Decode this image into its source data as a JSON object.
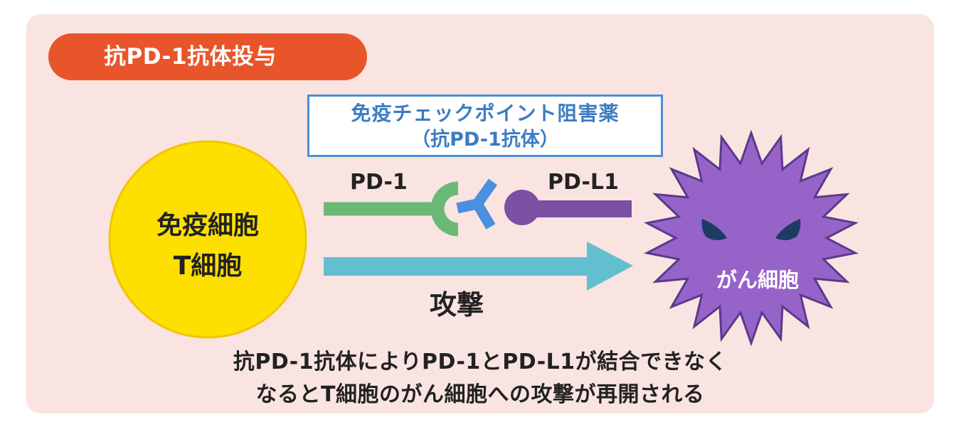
{
  "header": {
    "title": "抗PD-1抗体投与"
  },
  "drug_box": {
    "line1": "免疫チェックポイント阻害薬",
    "line2": "（抗PD-1抗体）"
  },
  "immune_cell": {
    "line1": "免疫細胞",
    "line2": "T細胞",
    "color": "#fde000"
  },
  "receptors": {
    "pd1_label": "PD-1",
    "pdl1_label": "PD-L1",
    "pd1_color": "#6cb877",
    "pdl1_color": "#7b4fa3",
    "antibody_color": "#4a8fe0"
  },
  "attack": {
    "label": "攻撃",
    "arrow_color": "#62bfd0"
  },
  "cancer_cell": {
    "label": "がん細胞",
    "color": "#9663c9",
    "outline_color": "#5a3a8a",
    "eye_color": "#1f3b63"
  },
  "caption": {
    "line1": "抗PD-1抗体によりPD-1とPD-L1が結合できなく",
    "line2": "なるとT細胞のがん細胞への攻撃が再開される"
  },
  "colors": {
    "panel_bg": "#f9e4e1",
    "title_bg": "#e8552a",
    "drug_border": "#4a8fd6"
  }
}
